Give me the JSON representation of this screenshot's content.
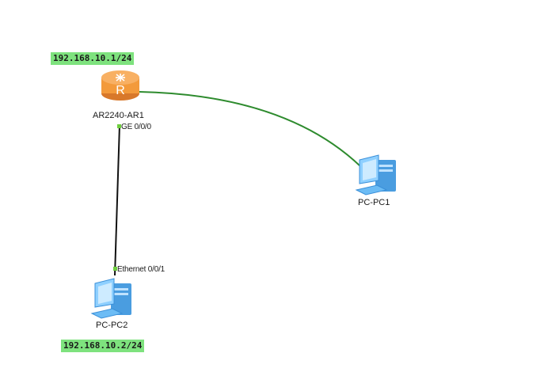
{
  "labels": {
    "ip_router": "192.168.10.1/24",
    "ip_pc2": "192.168.10.2/24"
  },
  "devices": {
    "router": {
      "name": "AR2240-AR1",
      "icon": "router-icon"
    },
    "pc1": {
      "name": "PC-PC1",
      "icon": "pc-icon"
    },
    "pc2": {
      "name": "PC-PC2",
      "icon": "pc-icon"
    }
  },
  "ports": {
    "router_port": "GE 0/0/0",
    "pc2_port": "Ethernet 0/0/1"
  },
  "colors": {
    "ip_label_bg": "#7ee27e",
    "link_green": "#2e8b2e",
    "link_black": "#111111",
    "port_dot": "#6fcf3f",
    "router_orange": "#f39a3b",
    "pc_blue": "#5fb3f0"
  }
}
